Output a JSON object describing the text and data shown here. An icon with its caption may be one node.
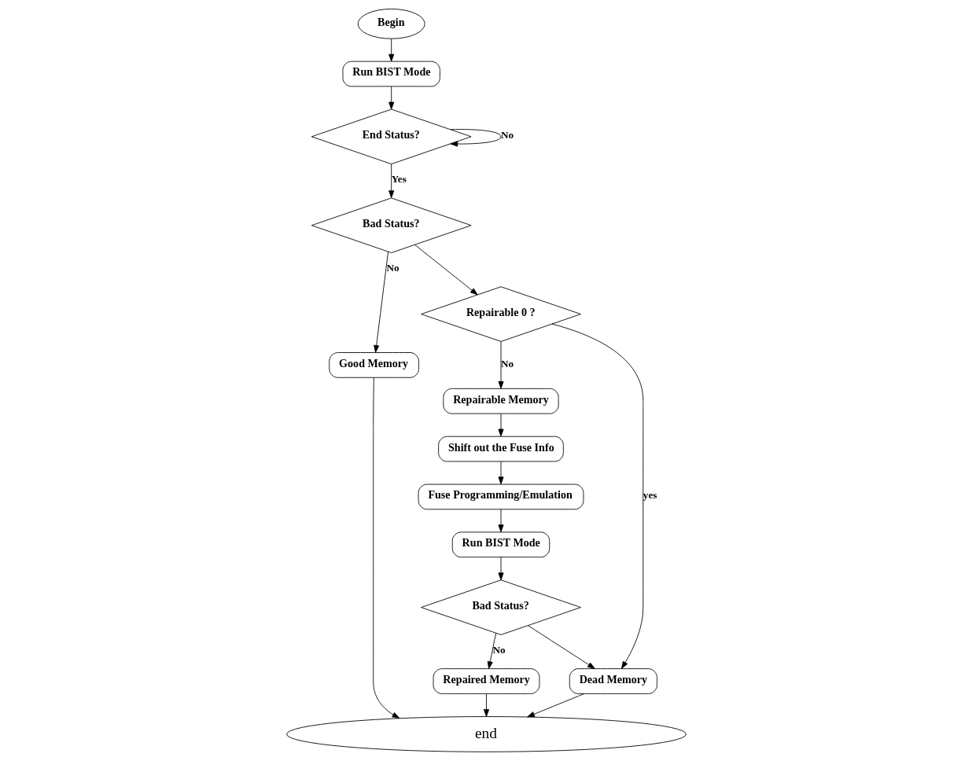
{
  "diagram": {
    "nodes": [
      {
        "text": [
          "Begin"
        ]
      },
      {
        "text": [
          "Run BIST Mode"
        ]
      },
      {
        "text": [
          "End Status?"
        ]
      },
      {
        "text": [
          "Bad Status?"
        ]
      },
      {
        "text": [
          "Good Memory"
        ]
      },
      {
        "text": [
          "Repairable 0 ?"
        ]
      },
      {
        "text": [
          "Repairable Memory"
        ]
      },
      {
        "text": [
          "Shift out the Fuse Info"
        ]
      },
      {
        "text": [
          "Fuse Programming/Emulation"
        ]
      },
      {
        "text": [
          "Run BIST Mode"
        ]
      },
      {
        "text": [
          "Bad Status?"
        ]
      },
      {
        "text": [
          "Repaired Memory"
        ]
      },
      {
        "text": [
          "Dead Memory"
        ]
      },
      {
        "text": [
          "end"
        ]
      }
    ],
    "edges": [
      {
        "from": 0,
        "to": 1,
        "arrow": "to"
      },
      {
        "from": 1,
        "to": 2,
        "arrow": "to"
      },
      {
        "from": 2,
        "to": 2,
        "arrow": "to",
        "label": "No"
      },
      {
        "from": 2,
        "to": 3,
        "arrow": "to",
        "label": "Yes"
      },
      {
        "from": 3,
        "to": 5,
        "arrow": "to"
      },
      {
        "from": 3,
        "to": 4,
        "arrow": "to",
        "label": "No"
      },
      {
        "from": 5,
        "to": 12,
        "arrow": "to",
        "label": "yes"
      },
      {
        "from": 5,
        "to": 6,
        "arrow": "to",
        "label": "No"
      },
      {
        "from": 6,
        "to": 7,
        "arrow": "to"
      },
      {
        "from": 7,
        "to": 8,
        "arrow": "to"
      },
      {
        "from": 8,
        "to": 9,
        "arrow": "to"
      },
      {
        "from": 9,
        "to": 10,
        "arrow": "to"
      },
      {
        "from": 10,
        "to": 12,
        "arrow": "to"
      },
      {
        "from": 10,
        "to": 11,
        "arrow": "to",
        "label": "No"
      },
      {
        "from": 4,
        "to": 13,
        "arrow": "to"
      },
      {
        "from": 11,
        "to": 13,
        "arrow": "to"
      },
      {
        "from": 12,
        "to": 13,
        "arrow": "to"
      }
    ]
  }
}
